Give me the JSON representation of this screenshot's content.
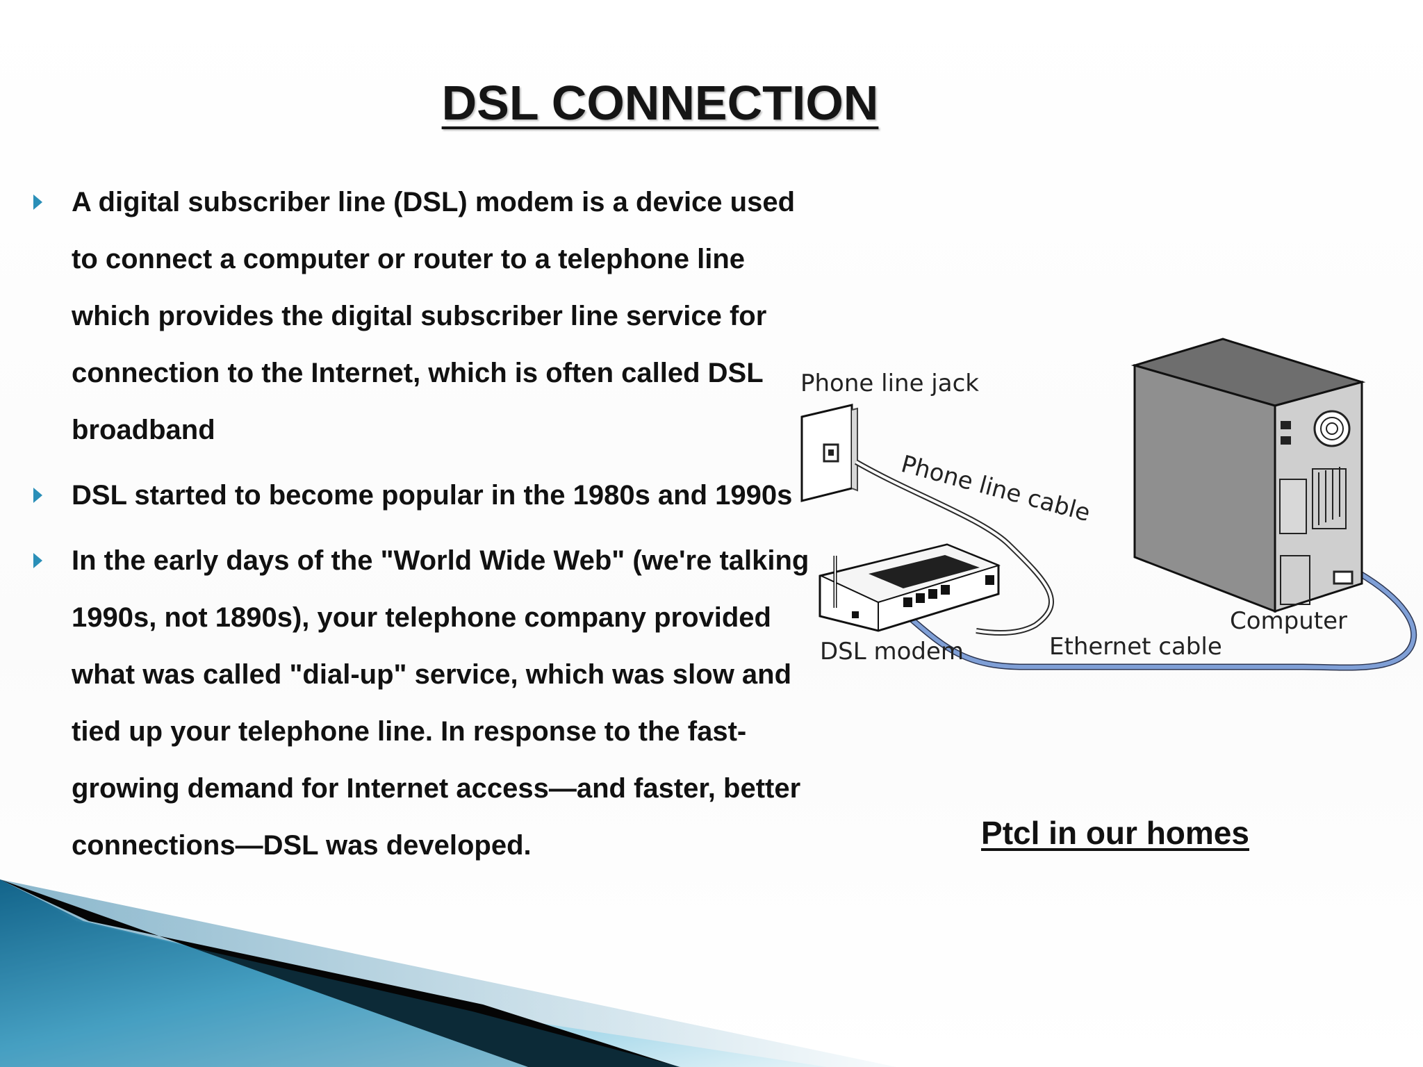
{
  "slide": {
    "title": "DSL CONNECTION",
    "bullets": [
      "A digital subscriber line (DSL) modem is a device used to connect a computer or router to a telephone line which provides the digital subscriber line service for connection to the Internet, which is often called DSL broadband",
      "DSL started to become popular in the 1980s and 1990s",
      "In the early days of the \"World Wide Web\" (we're talking 1990s, not 1890s), your telephone company provided what was called \"dial-up\" service, which was slow and tied up your telephone line. In response to the fast-growing demand for Internet access—and faster, better connections—DSL was developed."
    ],
    "caption": "Ptcl in our homes"
  },
  "diagram": {
    "phone_jack_label": "Phone line jack",
    "phone_cable_label": "Phone line cable",
    "modem_label": "DSL modem",
    "ethernet_label": "Ethernet cable",
    "computer_label": "Computer"
  },
  "colors": {
    "bullet_marker": "#2a8fb8",
    "ethernet_cable": "#7f9fd6",
    "computer_body": "#8f8f8f",
    "decor_blue": "#1b6f95",
    "decor_black": "#050505"
  },
  "icons": [
    "bullet-arrow-icon",
    "phone-line-jack-icon",
    "dsl-modem-icon",
    "computer-tower-icon"
  ]
}
